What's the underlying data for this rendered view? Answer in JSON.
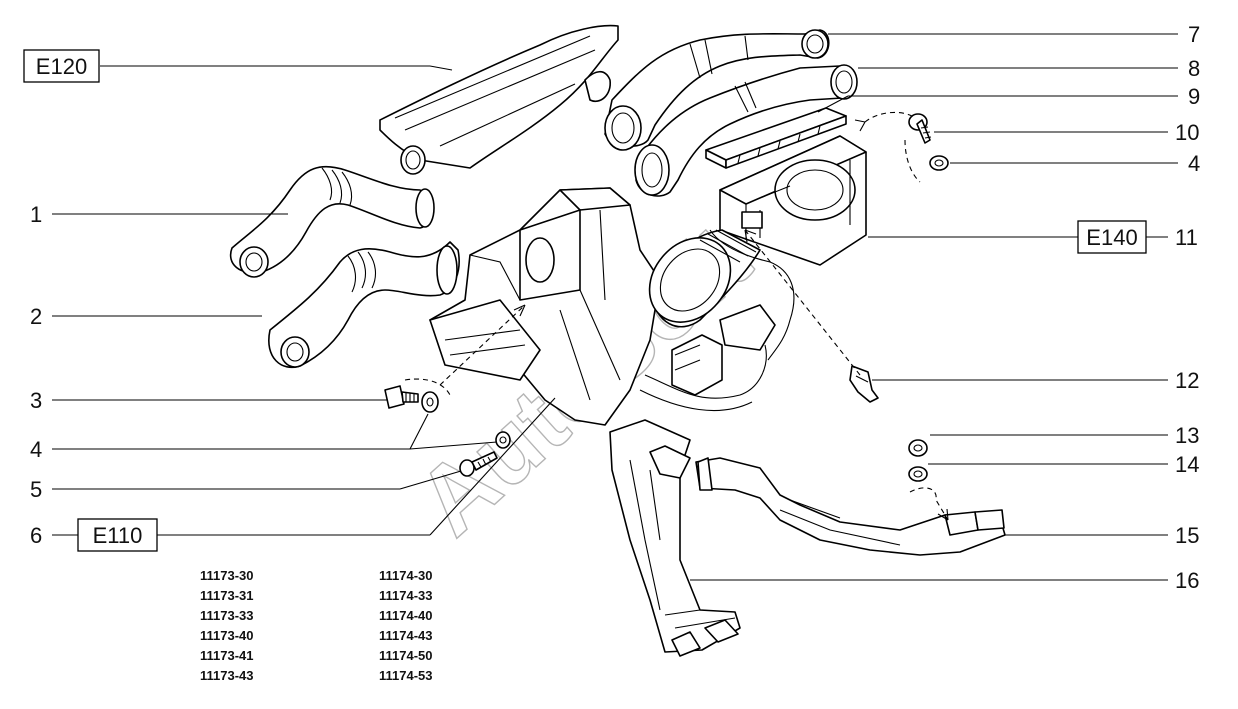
{
  "diagram": {
    "callouts": [
      {
        "id": "1",
        "label": "1"
      },
      {
        "id": "2",
        "label": "2"
      },
      {
        "id": "3",
        "label": "3"
      },
      {
        "id": "4a",
        "label": "4"
      },
      {
        "id": "5",
        "label": "5"
      },
      {
        "id": "6",
        "label": "6"
      },
      {
        "id": "7",
        "label": "7"
      },
      {
        "id": "8",
        "label": "8"
      },
      {
        "id": "9",
        "label": "9"
      },
      {
        "id": "10",
        "label": "10"
      },
      {
        "id": "4b",
        "label": "4"
      },
      {
        "id": "11",
        "label": "11"
      },
      {
        "id": "12",
        "label": "12"
      },
      {
        "id": "13",
        "label": "13"
      },
      {
        "id": "14",
        "label": "14"
      },
      {
        "id": "15",
        "label": "15"
      },
      {
        "id": "16",
        "label": "16"
      }
    ],
    "boxed_refs": {
      "e120": "E120",
      "e140": "E140",
      "e110": "E110"
    },
    "model_codes_left": [
      "11173-30",
      "11173-31",
      "11173-33",
      "11173-40",
      "11173-41",
      "11173-43"
    ],
    "model_codes_right": [
      "11174-30",
      "11174-33",
      "11174-40",
      "11174-43",
      "11174-50",
      "11174-53"
    ],
    "watermark": "AutoSoft"
  }
}
